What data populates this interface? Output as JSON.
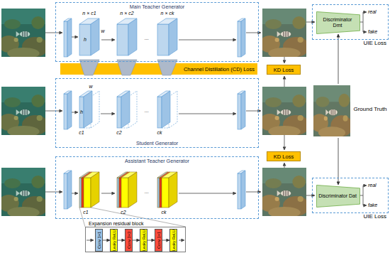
{
  "diagram": {
    "nodes": [
      {
        "text": [
          "Main Teacher Generator"
        ]
      },
      {
        "text": [
          "Channel Distillation (CD) Loss"
        ]
      },
      {
        "text": [
          "Student Generator"
        ]
      },
      {
        "text": [
          "Assistant Teacher Generator"
        ]
      },
      {
        "text": [
          "Expansion residual block"
        ]
      },
      {
        "text": [
          "Conv 1×1"
        ],
        "in": 4
      },
      {
        "text": [
          "Leaky ReLU"
        ],
        "in": 4
      },
      {
        "text": [
          "Conv 3×3"
        ],
        "in": 4
      },
      {
        "text": [
          "Leaky ReLU"
        ],
        "in": 4
      },
      {
        "text": [
          "Conv 1×1"
        ],
        "in": 4
      },
      {
        "text": [
          "Leaky ReLU"
        ],
        "in": 4
      },
      {
        "text": [
          "KD Loss"
        ]
      },
      {
        "text": [
          "KD Loss"
        ]
      },
      {
        "text": [
          "UIE Loss"
        ]
      },
      {
        "text": [
          "Discriminator Dmt"
        ],
        "in": 13
      },
      {
        "text": [
          "UIE Loss"
        ]
      },
      {
        "text": [
          "Discriminator Dat"
        ],
        "in": 15
      },
      {
        "text": [
          "Ground Truth"
        ]
      }
    ],
    "edges": [
      {
        "from": 5,
        "to": 6,
        "arrow": "to"
      },
      {
        "from": 6,
        "to": 7,
        "arrow": "to"
      },
      {
        "from": 7,
        "to": 8,
        "arrow": "to"
      },
      {
        "from": 8,
        "to": 9,
        "arrow": "to"
      },
      {
        "from": 9,
        "to": 10,
        "arrow": "to"
      },
      {
        "from": 17,
        "to": 14,
        "arrow": "to"
      },
      {
        "from": 17,
        "to": 16,
        "arrow": "to"
      }
    ],
    "labels": [
      "n × c1",
      "w",
      "h",
      "n × c2",
      "...",
      "n × ck",
      "w",
      "h",
      "c1",
      "c2",
      "...",
      "ck",
      "c1",
      "c2",
      "...",
      "ck",
      "real",
      "fake",
      "real",
      "fake"
    ]
  }
}
